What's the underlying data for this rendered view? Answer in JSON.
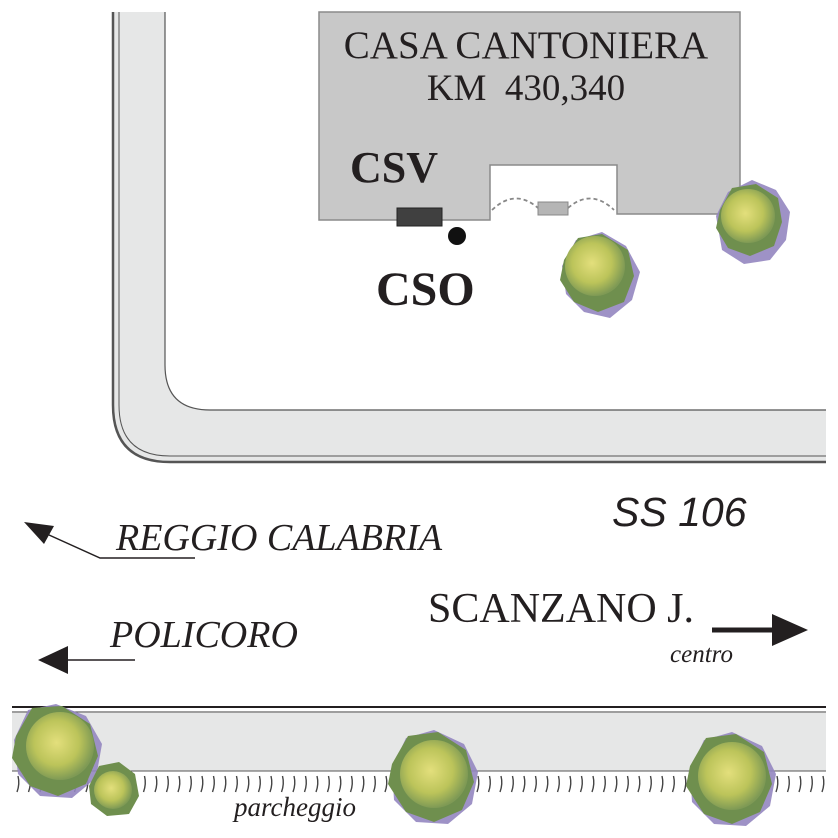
{
  "building": {
    "name": "CASA CANTONIERA",
    "km": "KM  430,340"
  },
  "markers": {
    "csv": "CSV",
    "cso": "CSO"
  },
  "road": {
    "name": "SS 106"
  },
  "directions": {
    "reggio": "REGGIO CALABRIA",
    "policoro": "POLICORO",
    "scanzano": "SCANZANO J.",
    "centro": "centro"
  },
  "parking": {
    "label": "parcheggio"
  },
  "colors": {
    "building": "#c8c8c8",
    "road_band": "#e6e7e7",
    "outline": "#555555",
    "csv_marker": "#404040",
    "tree_yellow": "#c7c95a",
    "tree_green": "#7a9a55",
    "tree_purple": "#9486c0"
  }
}
